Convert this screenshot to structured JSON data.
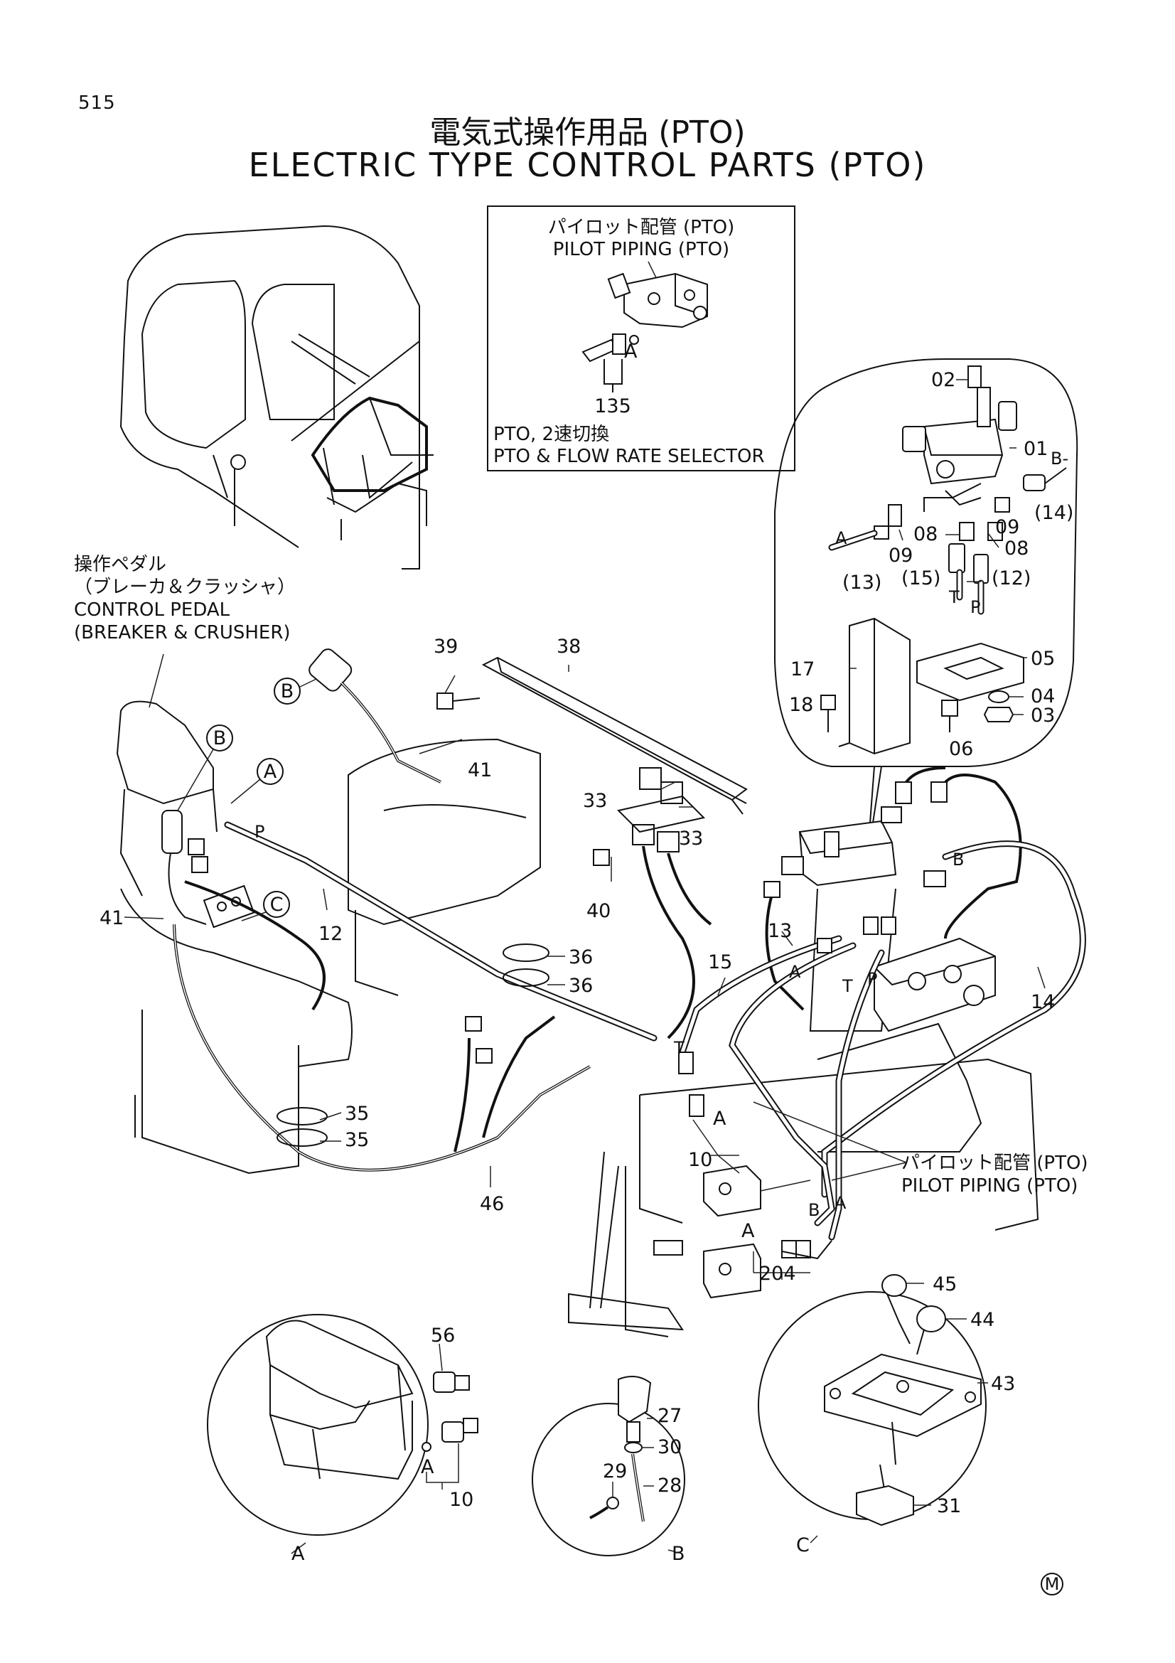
{
  "page_number": "515",
  "title_ja": "電気式操作用品 (PTO)",
  "title_en": "ELECTRIC TYPE CONTROL PARTS (PTO)",
  "inset_box": {
    "title_ja": "パイロット配管 (PTO)",
    "title_en": "PILOT PIPING (PTO)",
    "label_a": "A",
    "part_135": "135",
    "caption_ja": "PTO, 2速切換",
    "caption_en": "PTO & FLOW RATE SELECTOR"
  },
  "pedal_note": {
    "ja_1": "操作ペダル",
    "ja_2": "（ブレーカ＆クラッシャ）",
    "en_1": "CONTROL PEDAL",
    "en_2": "(BREAKER & CRUSHER)"
  },
  "pilot_note": {
    "ja": "パイロット配管 (PTO)",
    "en": "PILOT PIPING (PTO)"
  },
  "callouts": {
    "b_top": "B",
    "b_pedal": "B",
    "a_pedal": "A",
    "c_pedal": "C",
    "p_pipe": "P",
    "p_valve": "P",
    "t_valve": "T",
    "t_block": "T",
    "a_valve": "A",
    "b_valve": "B",
    "b_line": "B",
    "a_line": "A",
    "a_10": "A",
    "a_204": "A",
    "b_204": "B",
    "a_circle": "A",
    "b_circle": "B",
    "c_circle": "C",
    "a_detail": "A",
    "b_dash": "B-",
    "p_dash": "P",
    "t_dash": "T",
    "a_dash": "A"
  },
  "parts": {
    "p01": "01",
    "p02": "02",
    "p03": "03",
    "p04": "04",
    "p05": "05",
    "p06": "06",
    "p08a": "08",
    "p08b": "08",
    "p09a": "09",
    "p09b": "09",
    "p12": "12",
    "p13": "13",
    "p14": "14",
    "p15": "15",
    "p17": "17",
    "p18": "18",
    "p12b": "(12)",
    "p13b": "(13)",
    "p14b": "(14)",
    "p15b": "(15)",
    "p10a": "10",
    "p10b": "10",
    "p27": "27",
    "p28": "28",
    "p29": "29",
    "p30": "30",
    "p31": "31",
    "p33a": "33",
    "p33b": "33",
    "p35a": "35",
    "p35b": "35",
    "p36a": "36",
    "p36b": "36",
    "p38": "38",
    "p39": "39",
    "p40": "40",
    "p41a": "41",
    "p41b": "41",
    "p43": "43",
    "p44": "44",
    "p45": "45",
    "p46": "46",
    "p56": "56",
    "p204": "204"
  },
  "mark": "M"
}
